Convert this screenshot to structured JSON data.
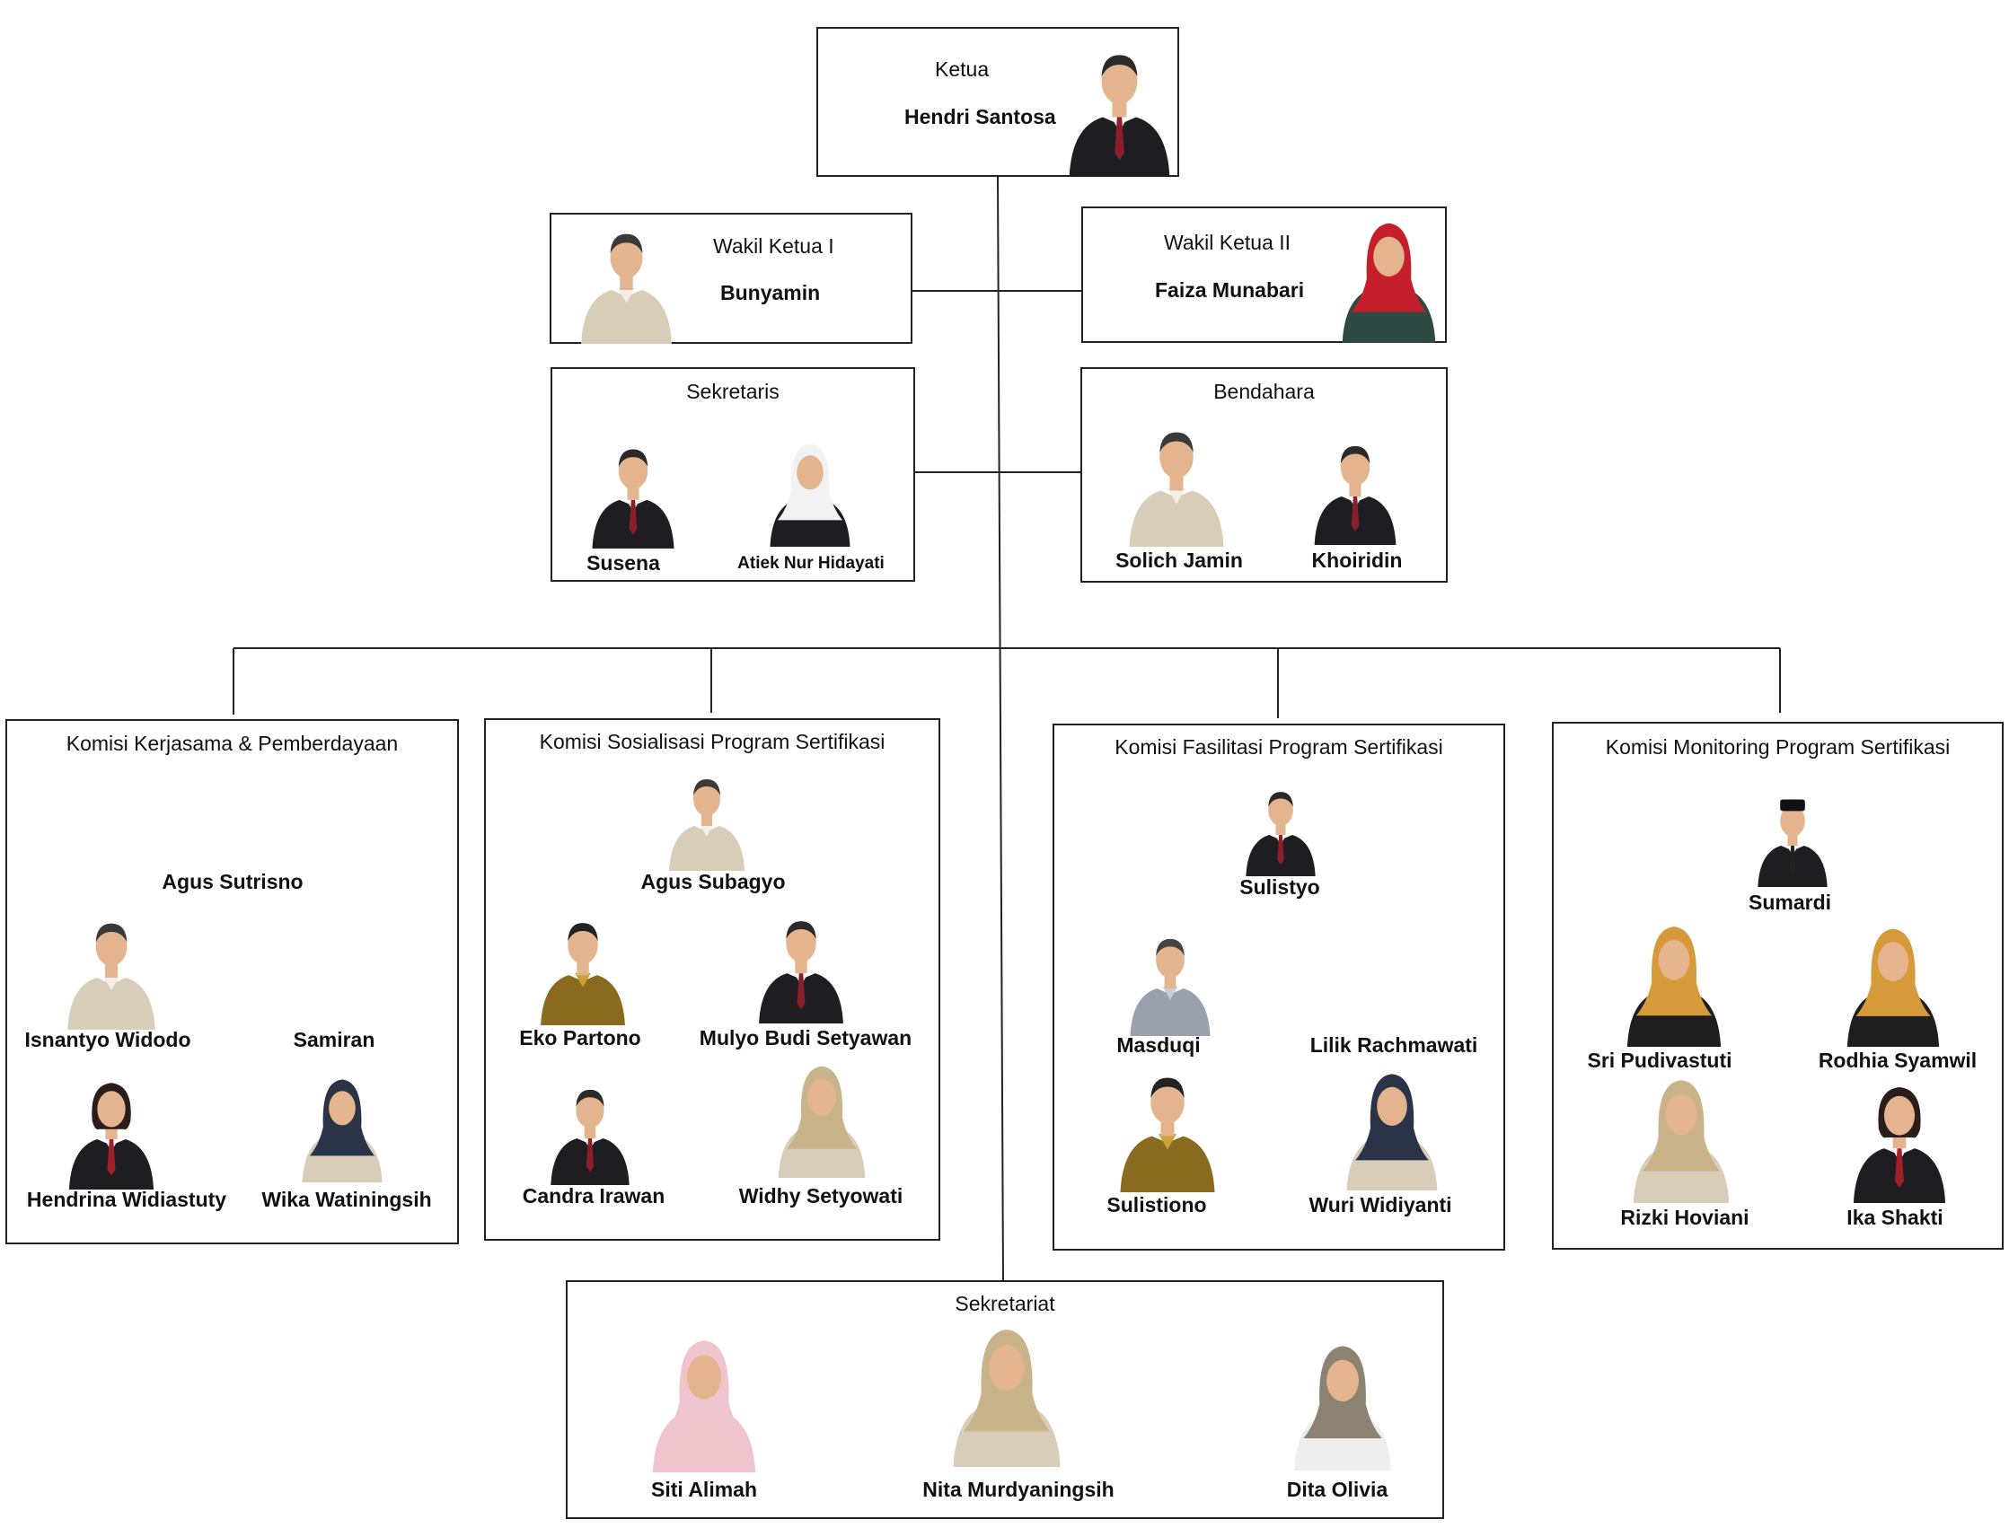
{
  "palette": {
    "line": "#222222",
    "suit_dark": "#1d1d22",
    "suit_khaki": "#d8cdb8",
    "suit_green": "#2e4a44",
    "skin": "#e3b48d",
    "hijab_white": "#f2f2f2",
    "hijab_red": "#c41f2b",
    "hijab_navy": "#2b3348",
    "hijab_pink": "#f0c4cc"
  },
  "ketua": {
    "role": "Ketua",
    "name": "Hendri Santosa"
  },
  "wakil1": {
    "role": "Wakil Ketua I",
    "name": "Bunyamin"
  },
  "wakil2": {
    "role": "Wakil Ketua II",
    "name": "Faiza Munabari"
  },
  "sekretaris": {
    "role": "Sekretaris",
    "members": [
      "Susena",
      "Atiek Nur Hidayati"
    ]
  },
  "bendahara": {
    "role": "Bendahara",
    "members": [
      "Solich Jamin",
      "Khoiridin"
    ]
  },
  "komisi1": {
    "title": "Komisi Kerjasama & Pemberdayaan",
    "members": [
      "Agus Sutrisno",
      "Isnantyo Widodo",
      "Samiran",
      "Hendrina Widiastuty",
      "Wika Watiningsih"
    ]
  },
  "komisi2": {
    "title": "Komisi Sosialisasi Program Sertifikasi",
    "members": [
      "Agus Subagyo",
      "Eko Partono",
      "Mulyo Budi Setyawan",
      "Candra Irawan",
      "Widhy Setyowati"
    ]
  },
  "komisi3": {
    "title": "Komisi Fasilitasi Program Sertifikasi",
    "members": [
      "Sulistyo",
      "Masduqi",
      "Lilik Rachmawati",
      "Sulistiono",
      "Wuri Widiyanti"
    ]
  },
  "komisi4": {
    "title": "Komisi Monitoring Program Sertifikasi",
    "members": [
      "Sumardi",
      "Sri Pudivastuti",
      "Rodhia Syamwil",
      "Rizki Hoviani",
      "Ika Shakti"
    ]
  },
  "sekretariat": {
    "title": "Sekretariat",
    "members": [
      "Siti Alimah",
      "Nita Murdyaningsih",
      "Dita Olivia"
    ]
  },
  "portraits": [
    {
      "person": "Hendri Santosa",
      "style": "man-dark-suit"
    },
    {
      "person": "Bunyamin",
      "style": "man-khaki-jacket"
    },
    {
      "person": "Faiza Munabari",
      "style": "woman-red-hijab"
    },
    {
      "person": "Susena",
      "style": "man-dark-suit"
    },
    {
      "person": "Atiek Nur Hidayati",
      "style": "woman-white-hijab"
    },
    {
      "person": "Solich Jamin",
      "style": "man-khaki-jacket"
    },
    {
      "person": "Khoiridin",
      "style": "man-dark-suit"
    },
    {
      "person": "Isnantyo Widodo",
      "style": "man-khaki-jacket"
    },
    {
      "person": "Hendrina Widiastuty",
      "style": "woman-dark-suit"
    },
    {
      "person": "Wika Watiningsih",
      "style": "woman-navy-hijab"
    },
    {
      "person": "Agus Subagyo",
      "style": "man-khaki-jacket"
    },
    {
      "person": "Eko Partono",
      "style": "man-batik"
    },
    {
      "person": "Mulyo Budi Setyawan",
      "style": "man-dark-suit"
    },
    {
      "person": "Candra Irawan",
      "style": "man-dark-suit"
    },
    {
      "person": "Widhy Setyowati",
      "style": "woman-beige-hijab"
    },
    {
      "person": "Sulistyo",
      "style": "man-dark-suit"
    },
    {
      "person": "Masduqi",
      "style": "man-striped-shirt"
    },
    {
      "person": "Sulistiono",
      "style": "man-batik"
    },
    {
      "person": "Wuri Widiyanti",
      "style": "woman-navy-hijab"
    },
    {
      "person": "Sumardi",
      "style": "man-dark-suit-peci"
    },
    {
      "person": "Sri Pudivastuti",
      "style": "woman-orange-hijab"
    },
    {
      "person": "Rodhia Syamwil",
      "style": "woman-orange-hijab"
    },
    {
      "person": "Rizki Hoviani",
      "style": "woman-beige-hijab"
    },
    {
      "person": "Ika Shakti",
      "style": "woman-dark-suit"
    },
    {
      "person": "Siti Alimah",
      "style": "woman-pink-hijab"
    },
    {
      "person": "Nita Murdyaningsih",
      "style": "woman-beige-hijab"
    },
    {
      "person": "Dita Olivia",
      "style": "woman-grey-hijab"
    }
  ]
}
